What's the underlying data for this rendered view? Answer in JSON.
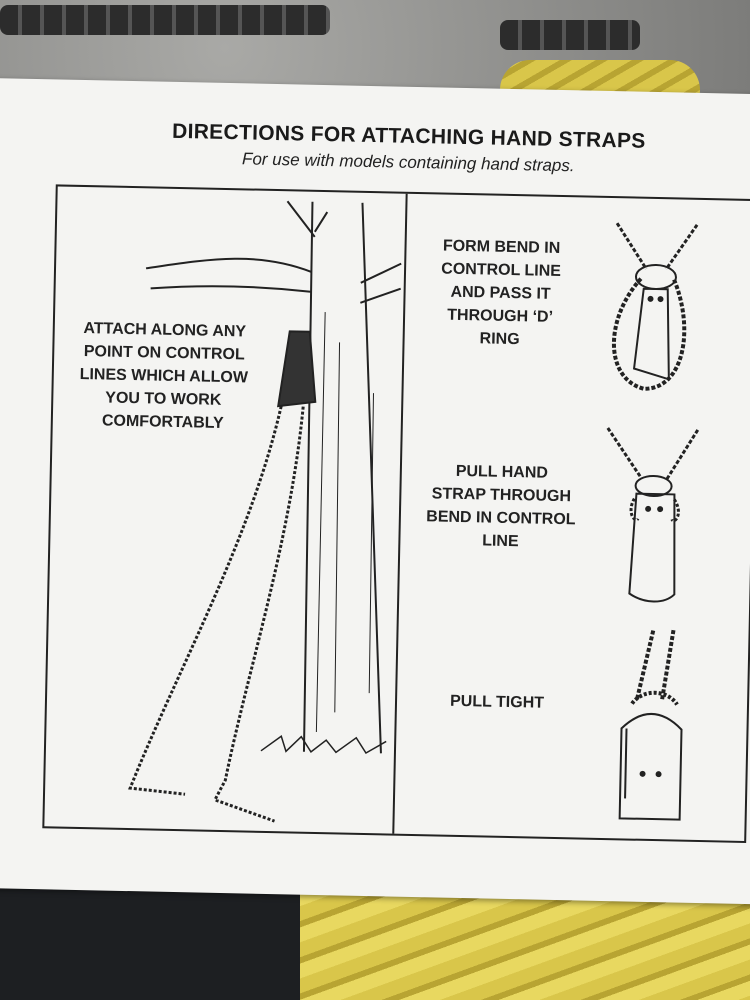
{
  "card": {
    "title": "DIRECTIONS FOR ATTACHING HAND STRAPS",
    "subtitle": "For use with models containing hand straps.",
    "left_panel": {
      "instruction": "ATTACH ALONG ANY POINT ON CONTROL LINES WHICH ALLOW YOU TO WORK COMFORTABLY"
    },
    "steps": [
      {
        "text": "FORM BEND IN CONTROL LINE AND PASS IT THROUGH ‘D’ RING"
      },
      {
        "text": "PULL HAND STRAP THROUGH BEND IN CONTROL LINE"
      },
      {
        "text": "PULL TIGHT"
      }
    ]
  }
}
